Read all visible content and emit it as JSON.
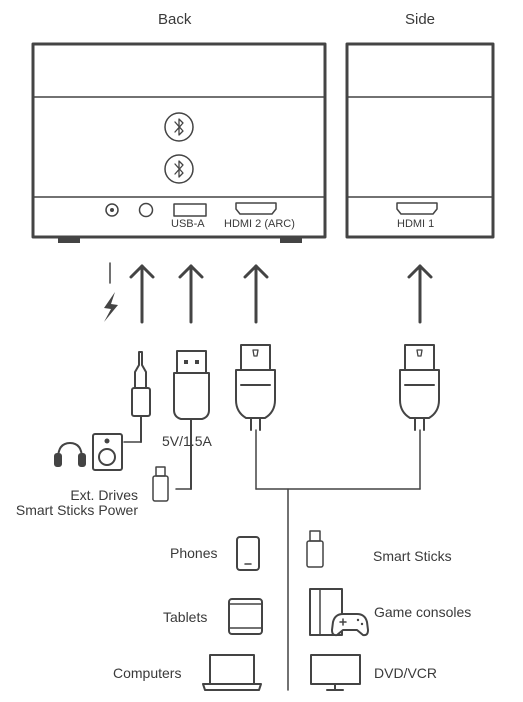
{
  "views": {
    "back": "Back",
    "side": "Side"
  },
  "ports": {
    "usb_a": "USB-A",
    "hdmi2": "HDMI 2 (ARC)",
    "hdmi1": "HDMI 1"
  },
  "power_spec": "5V/1.5A",
  "usb_uses": [
    "Ext. Drives",
    "Smart Sticks Power"
  ],
  "left_devices": [
    "Phones",
    "Tablets",
    "Computers"
  ],
  "right_devices": [
    "Smart Sticks",
    "Game consoles",
    "DVD/VCR"
  ],
  "icons": [
    "bluetooth-icon",
    "headphones-icon",
    "speaker-icon",
    "usb-stick-icon",
    "lightning-icon",
    "audio-jack-plug-icon",
    "usb-plug-icon",
    "hdmi-plug-icon",
    "phone-icon",
    "tablet-icon",
    "laptop-icon",
    "game-console-icon",
    "monitor-icon"
  ]
}
